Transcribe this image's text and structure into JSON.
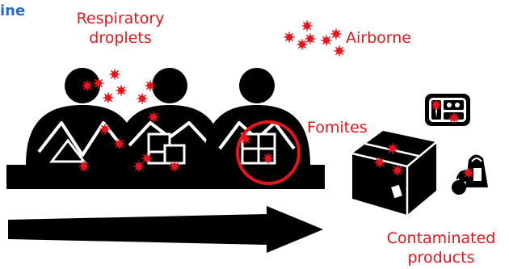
{
  "corner_text": "ine",
  "labels": {
    "respiratory_line1": "Respiratory",
    "respiratory_line2": "droplets",
    "airborne": "Airborne",
    "fomites": "Fomites",
    "contaminated_line1": "Contaminated",
    "contaminated_line2": "products"
  },
  "icons": {
    "virus": "virus-particle-icon",
    "worker": "worker-silhouette-icon",
    "box": "shipping-box-icon",
    "food_tray": "food-tray-icon",
    "produce_bag": "produce-bag-icon"
  },
  "colors": {
    "virus": "#e8141b",
    "label": "#e8141b",
    "silhouette": "#000000",
    "corner_text": "#2e6ac7"
  }
}
